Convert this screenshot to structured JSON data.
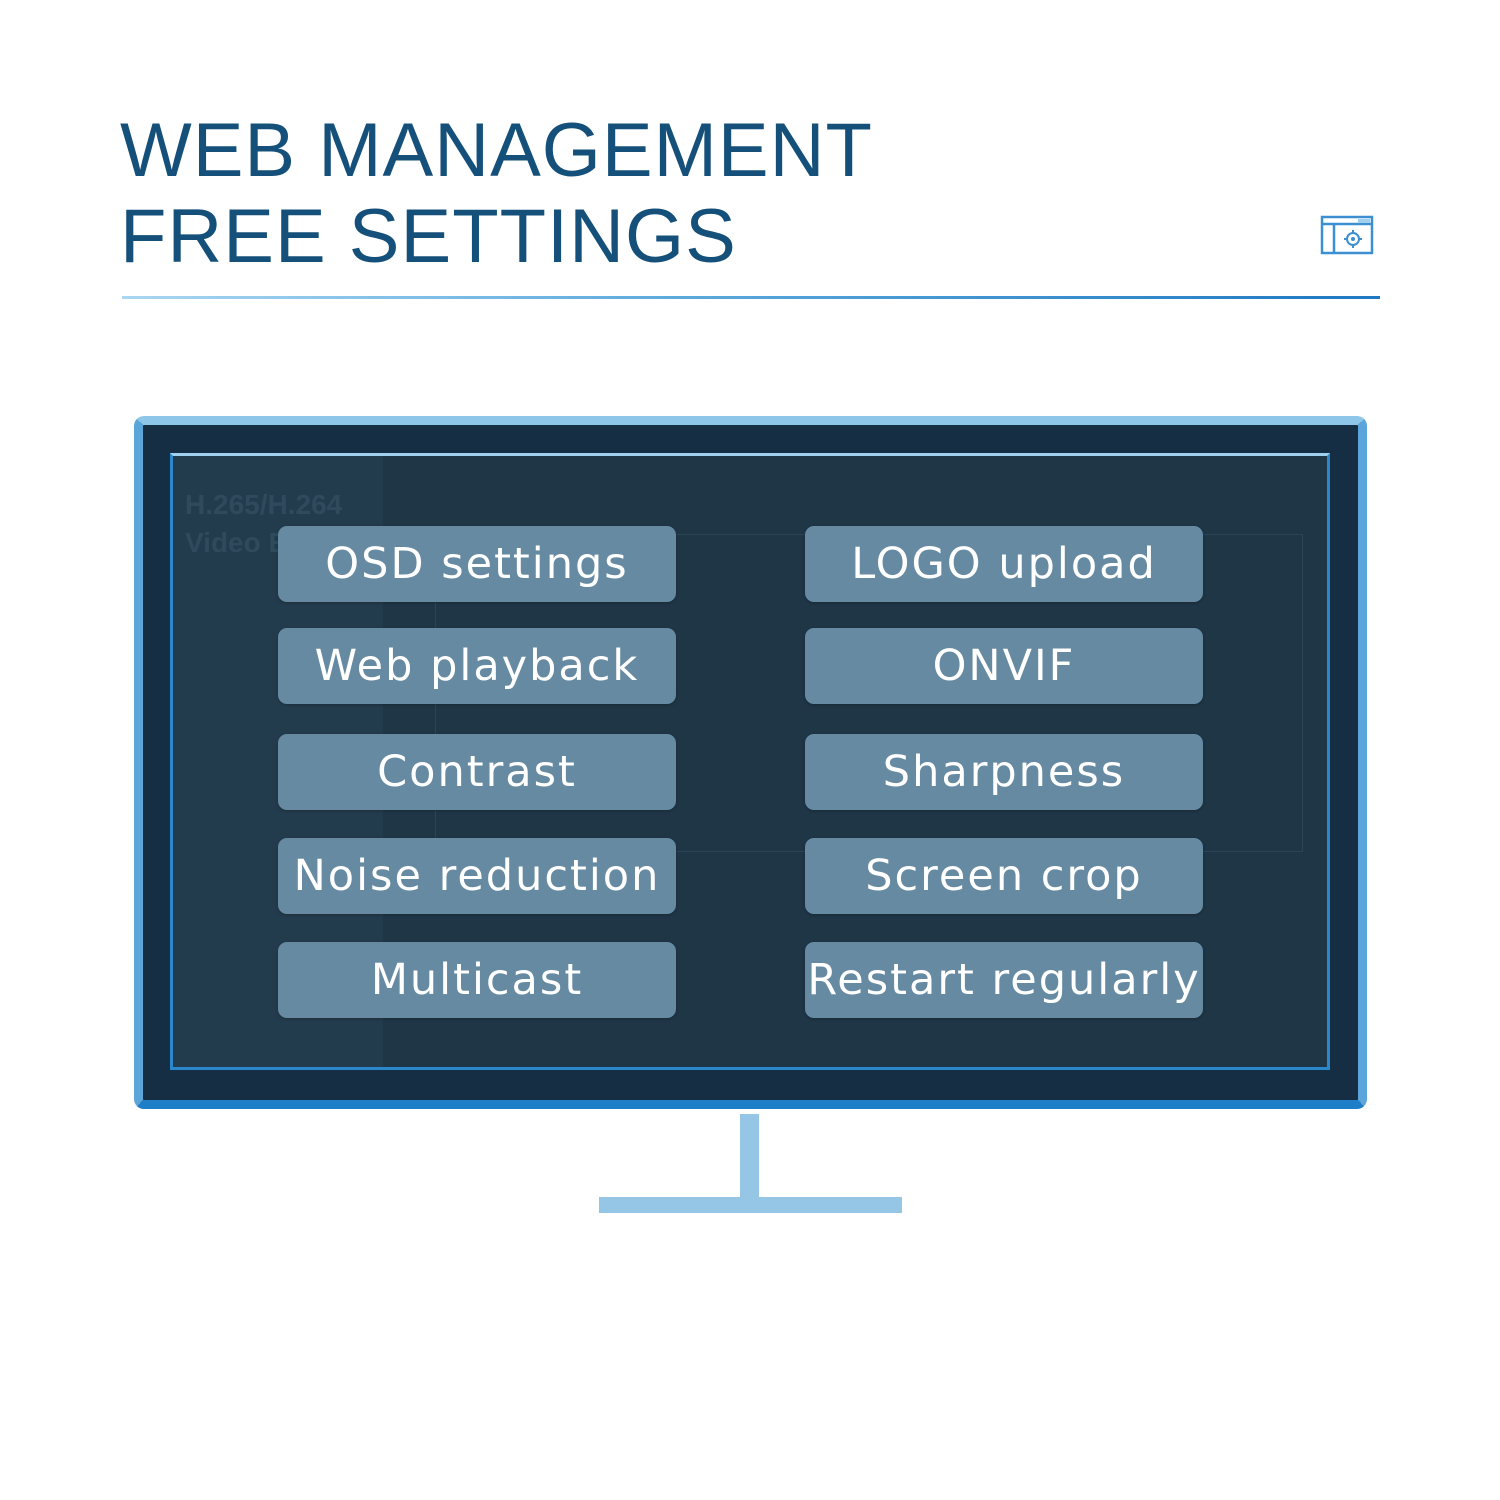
{
  "headline": {
    "line1": "WEB MANAGEMENT",
    "line2": "FREE SETTINGS"
  },
  "icons": {
    "badge": "settings-window-icon"
  },
  "colors": {
    "headline": "#14507a",
    "accent": "#1f78c1",
    "screen_bg": "#1f3646",
    "button_bg": "#668aa1",
    "stand": "#95c6e6"
  },
  "screen": {
    "background_title_line1": "H.265/H.264",
    "background_title_line2": "Video Encoder"
  },
  "settings": {
    "left": [
      "OSD settings",
      "Web playback",
      "Contrast",
      "Noise reduction",
      "Multicast"
    ],
    "right": [
      "LOGO upload",
      "ONVIF",
      "Sharpness",
      "Screen crop",
      "Restart regularly"
    ]
  }
}
